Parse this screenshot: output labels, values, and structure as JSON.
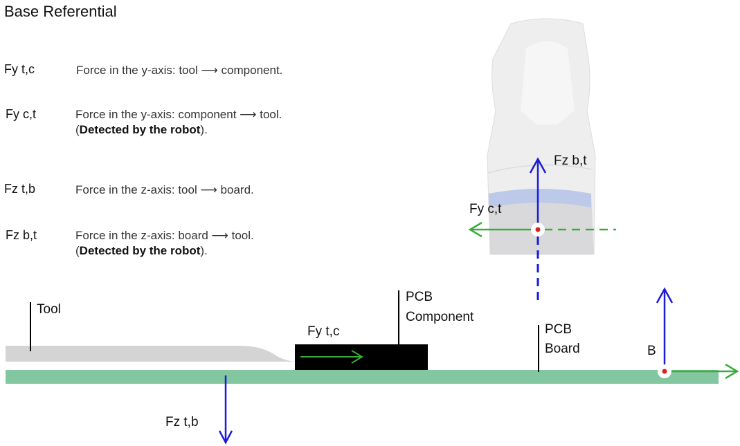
{
  "title": "Base Referential",
  "legend": [
    {
      "key": "Fy  t,c",
      "line1": "Force in the y-axis: tool ⟶ component.",
      "line2_pre": "",
      "line2_bold": "",
      "line2_post": ""
    },
    {
      "key": "Fy  c,t",
      "line1": "Force in the y-axis:  component ⟶ tool.",
      "line2_pre": "(",
      "line2_bold": "Detected by the robot",
      "line2_post": ")."
    },
    {
      "key": "Fz  t,b",
      "line1": "Force in the z-axis:  tool ⟶ board.",
      "line2_pre": "",
      "line2_bold": "",
      "line2_post": ""
    },
    {
      "key": "Fz  b,t",
      "line1": "Force in the z-axis: board ⟶ tool.",
      "line2_pre": "(",
      "line2_bold": "Detected by the robot",
      "line2_post": ")."
    }
  ],
  "diagram": {
    "tool_label": "Tool",
    "component_label_1": "PCB",
    "component_label_2": "Component",
    "board_label_1": "PCB",
    "board_label_2": "Board",
    "base_label": "B",
    "force_fy_tc": "Fy  t,c",
    "force_fz_tb": "Fz  t,b",
    "force_fz_bt": "Fz  b,t",
    "force_fy_ct": "Fy  c,t"
  },
  "colors": {
    "board": "#82c7a0",
    "component": "#000000",
    "tool": "#d4d4d4",
    "z_arrow": "#1b1bd8",
    "y_arrow": "#3aac3a",
    "point": "#e02020",
    "gripper_body": "#eeeeee",
    "gripper_band": "#b9c6ea"
  }
}
